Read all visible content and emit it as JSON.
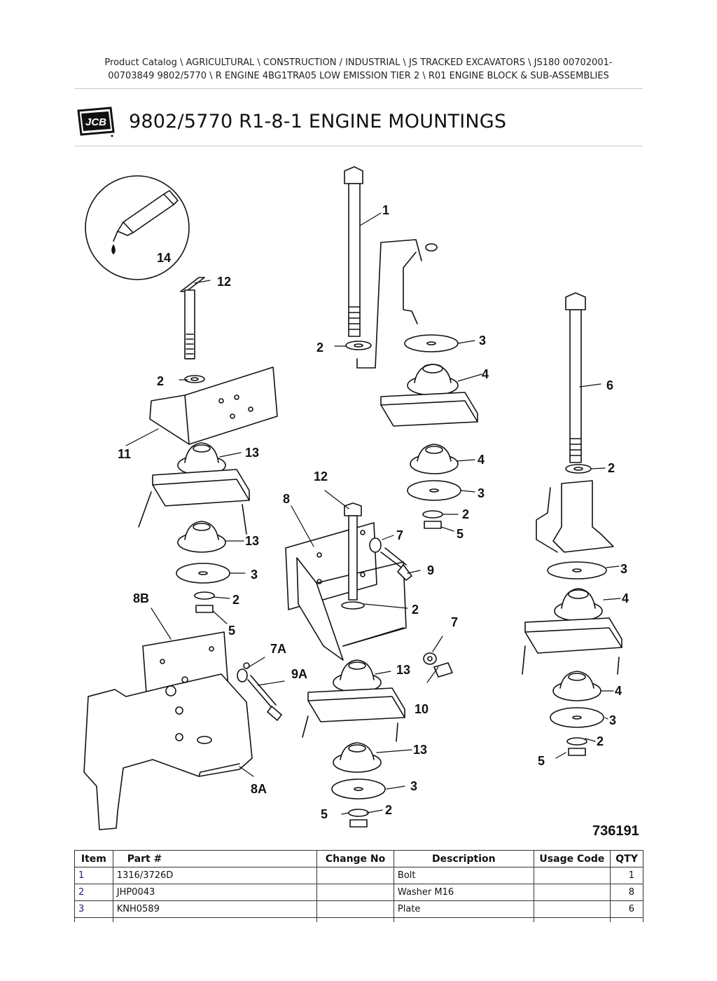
{
  "breadcrumb": {
    "line1": "Product Catalog  \\  AGRICULTURAL  \\  CONSTRUCTION / INDUSTRIAL  \\  JS TRACKED EXCAVATORS  \\  JS180 00702001-",
    "line2": "00703849 9802/5770  \\  R ENGINE 4BG1TRA05 LOW EMISSION TIER 2  \\  R01 ENGINE BLOCK & SUB-ASSEMBLIES"
  },
  "logo_text": "JCB",
  "title": "9802/5770 R1-8-1 ENGINE MOUNTINGS",
  "diagram": {
    "figure_number": "736191",
    "callouts": {
      "c14": "14",
      "c12a": "12",
      "c1": "1",
      "c2a": "2",
      "c3a": "3",
      "c4a": "4",
      "c2b": "2",
      "c11": "11",
      "c13a": "13",
      "c4b": "4",
      "c3b": "3",
      "c2c": "2",
      "c5a": "5",
      "c6": "6",
      "c2d": "2",
      "c12b": "12",
      "c8": "8",
      "c7a": "7",
      "c9": "9",
      "c13b": "13",
      "c3c": "3",
      "c2e": "2",
      "c5b": "5",
      "c8b": "8B",
      "c2f": "2",
      "c3d": "3",
      "c4c": "4",
      "c7b": "7",
      "c7A": "7A",
      "c9A": "9A",
      "c13c": "13",
      "c10": "10",
      "c4d": "4",
      "c3e": "3",
      "c2g": "2",
      "c5c": "5",
      "c8A": "8A",
      "c13d": "13",
      "c3f": "3",
      "c5d": "5",
      "c2h": "2"
    }
  },
  "table": {
    "headers": {
      "item": "Item",
      "part": "Part #",
      "change": "Change No",
      "description": "Description",
      "usage": "Usage Code",
      "qty": "QTY"
    },
    "rows": [
      {
        "item": "1",
        "part": "1316/3726D",
        "change": "",
        "description": "Bolt",
        "usage": "",
        "qty": "1"
      },
      {
        "item": "2",
        "part": "JHP0043",
        "change": "",
        "description": "Washer M16",
        "usage": "",
        "qty": "8"
      },
      {
        "item": "3",
        "part": "KNH0589",
        "change": "",
        "description": "Plate",
        "usage": "",
        "qty": "6"
      }
    ]
  }
}
